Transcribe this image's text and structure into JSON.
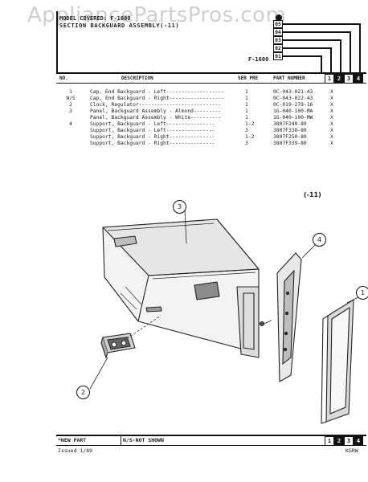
{
  "watermark": "AppliancePartsPros.com",
  "header": {
    "model_line": "MODEL COVERED: F-1600",
    "section_line": "SECTION BACKGUARD ASSEMBLY(-11)",
    "model_code": "F-1600",
    "revision_tabs": [
      "05",
      "04",
      "03",
      "02",
      "01"
    ]
  },
  "columns": {
    "no": "NO.",
    "description": "DESCRIPTION",
    "ser_pre": "SER PRE",
    "part_number": "PART NUMBER",
    "col_tabs": [
      "1",
      "2",
      "3",
      "4"
    ]
  },
  "parts": [
    {
      "no": "1",
      "desc": "Cap, End Backguard - Left-------------------",
      "qty": "1",
      "part": "0C-043-021-43",
      "mark": "X"
    },
    {
      "no": "N/S",
      "desc": "Cap, End Backguard - Right------------------",
      "qty": "1",
      "part": "0C-043-022-43",
      "mark": "X"
    },
    {
      "no": "2",
      "desc": "Clock, Regulator---------------------------",
      "qty": "1",
      "part": "0C-019-279-16",
      "mark": "X"
    },
    {
      "no": "3",
      "desc": "Panel, Backguard Assembly - Almond---------",
      "qty": "1",
      "part": "1G-040-100-MA",
      "mark": "X"
    },
    {
      "no": "",
      "desc": "Panel, Backguard Assembly - White----------",
      "qty": "1",
      "part": "1G-040-100-MW",
      "mark": "X"
    },
    {
      "no": "4",
      "desc": "Support, Backguard - Left----------------",
      "qty": "1-2",
      "part": "3807F249-80",
      "mark": "X"
    },
    {
      "no": "",
      "desc": "Support, Backguard - Left----------------",
      "qty": "3",
      "part": "3807F338-80",
      "mark": "X"
    },
    {
      "no": "",
      "desc": "Support, Backguard - Right---------------",
      "qty": "1-2",
      "part": "3807F250-80",
      "mark": "X"
    },
    {
      "no": "",
      "desc": "Support, Backguard - Right---------------",
      "qty": "3",
      "part": "3807F339-80",
      "mark": "X"
    }
  ],
  "diagram": {
    "tag": "(-11)",
    "callouts": [
      "1",
      "2",
      "3",
      "4"
    ]
  },
  "footer": {
    "new_part": "*NEW PART",
    "not_shown": "N/S-NOT SHOWN",
    "issued": "Issued 1/89",
    "code": "KGRW",
    "tabs": [
      "1",
      "2",
      "3",
      "4"
    ]
  }
}
